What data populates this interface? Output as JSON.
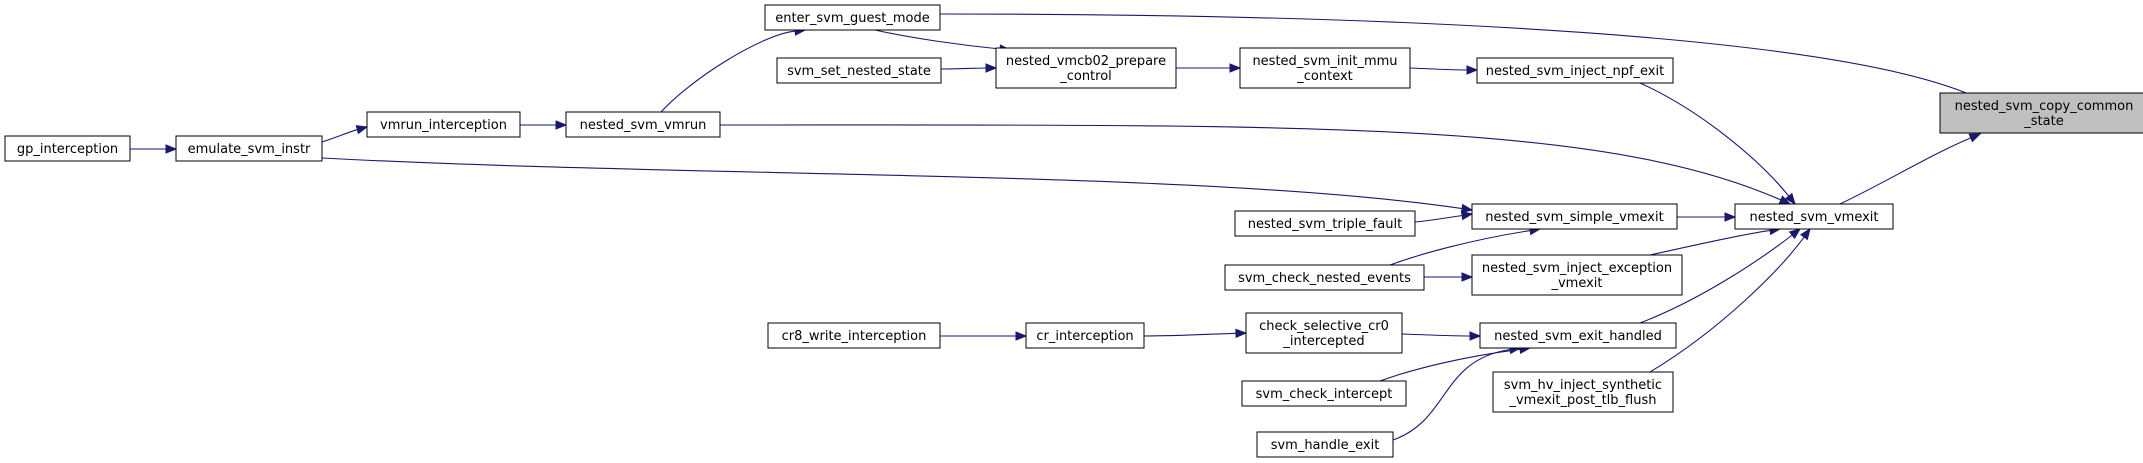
{
  "graph": {
    "nodes": [
      {
        "id": "n_copy",
        "lines": [
          "nested_svm_copy_common",
          "_state"
        ],
        "highlight": true
      },
      {
        "id": "n_enter",
        "lines": [
          "enter_svm_guest_mode"
        ]
      },
      {
        "id": "n_setnested",
        "lines": [
          "svm_set_nested_state"
        ]
      },
      {
        "id": "n_prepare",
        "lines": [
          "nested_vmcb02_prepare",
          "_control"
        ]
      },
      {
        "id": "n_initmmu",
        "lines": [
          "nested_svm_init_mmu",
          "_context"
        ]
      },
      {
        "id": "n_npf",
        "lines": [
          "nested_svm_inject_npf_exit"
        ]
      },
      {
        "id": "n_gp",
        "lines": [
          "gp_interception"
        ]
      },
      {
        "id": "n_emulate",
        "lines": [
          "emulate_svm_instr"
        ]
      },
      {
        "id": "n_vmrunint",
        "lines": [
          "vmrun_interception"
        ]
      },
      {
        "id": "n_vmrun",
        "lines": [
          "nested_svm_vmrun"
        ]
      },
      {
        "id": "n_vmexit",
        "lines": [
          "nested_svm_vmexit"
        ]
      },
      {
        "id": "n_triple",
        "lines": [
          "nested_svm_triple_fault"
        ]
      },
      {
        "id": "n_simple",
        "lines": [
          "nested_svm_simple_vmexit"
        ]
      },
      {
        "id": "n_checknested",
        "lines": [
          "svm_check_nested_events"
        ]
      },
      {
        "id": "n_injexc",
        "lines": [
          "nested_svm_inject_exception",
          "_vmexit"
        ]
      },
      {
        "id": "n_cr8",
        "lines": [
          "cr8_write_interception"
        ]
      },
      {
        "id": "n_cr",
        "lines": [
          "cr_interception"
        ]
      },
      {
        "id": "n_selcr0",
        "lines": [
          "check_selective_cr0",
          "_intercepted"
        ]
      },
      {
        "id": "n_exithandled",
        "lines": [
          "nested_svm_exit_handled"
        ]
      },
      {
        "id": "n_checkint",
        "lines": [
          "svm_check_intercept"
        ]
      },
      {
        "id": "n_hv",
        "lines": [
          "svm_hv_inject_synthetic",
          "_vmexit_post_tlb_flush"
        ]
      },
      {
        "id": "n_handleexit",
        "lines": [
          "svm_handle_exit"
        ]
      }
    ],
    "edges": [
      {
        "from": "n_enter",
        "to": "n_copy"
      },
      {
        "from": "n_vmexit",
        "to": "n_copy"
      },
      {
        "from": "n_vmrun",
        "to": "n_enter"
      },
      {
        "from": "n_enter",
        "to": "n_prepare"
      },
      {
        "from": "n_setnested",
        "to": "n_prepare"
      },
      {
        "from": "n_prepare",
        "to": "n_initmmu"
      },
      {
        "from": "n_initmmu",
        "to": "n_npf"
      },
      {
        "from": "n_npf",
        "to": "n_vmexit"
      },
      {
        "from": "n_gp",
        "to": "n_emulate"
      },
      {
        "from": "n_emulate",
        "to": "n_vmrunint"
      },
      {
        "from": "n_vmrunint",
        "to": "n_vmrun"
      },
      {
        "from": "n_vmrun",
        "to": "n_vmexit"
      },
      {
        "from": "n_emulate",
        "to": "n_simple"
      },
      {
        "from": "n_simple",
        "to": "n_vmexit"
      },
      {
        "from": "n_triple",
        "to": "n_simple"
      },
      {
        "from": "n_checknested",
        "to": "n_simple"
      },
      {
        "from": "n_checknested",
        "to": "n_injexc"
      },
      {
        "from": "n_injexc",
        "to": "n_vmexit"
      },
      {
        "from": "n_exithandled",
        "to": "n_vmexit"
      },
      {
        "from": "n_hv",
        "to": "n_vmexit"
      },
      {
        "from": "n_cr8",
        "to": "n_cr"
      },
      {
        "from": "n_cr",
        "to": "n_selcr0"
      },
      {
        "from": "n_selcr0",
        "to": "n_exithandled"
      },
      {
        "from": "n_checkint",
        "to": "n_exithandled"
      },
      {
        "from": "n_handleexit",
        "to": "n_exithandled"
      }
    ]
  }
}
